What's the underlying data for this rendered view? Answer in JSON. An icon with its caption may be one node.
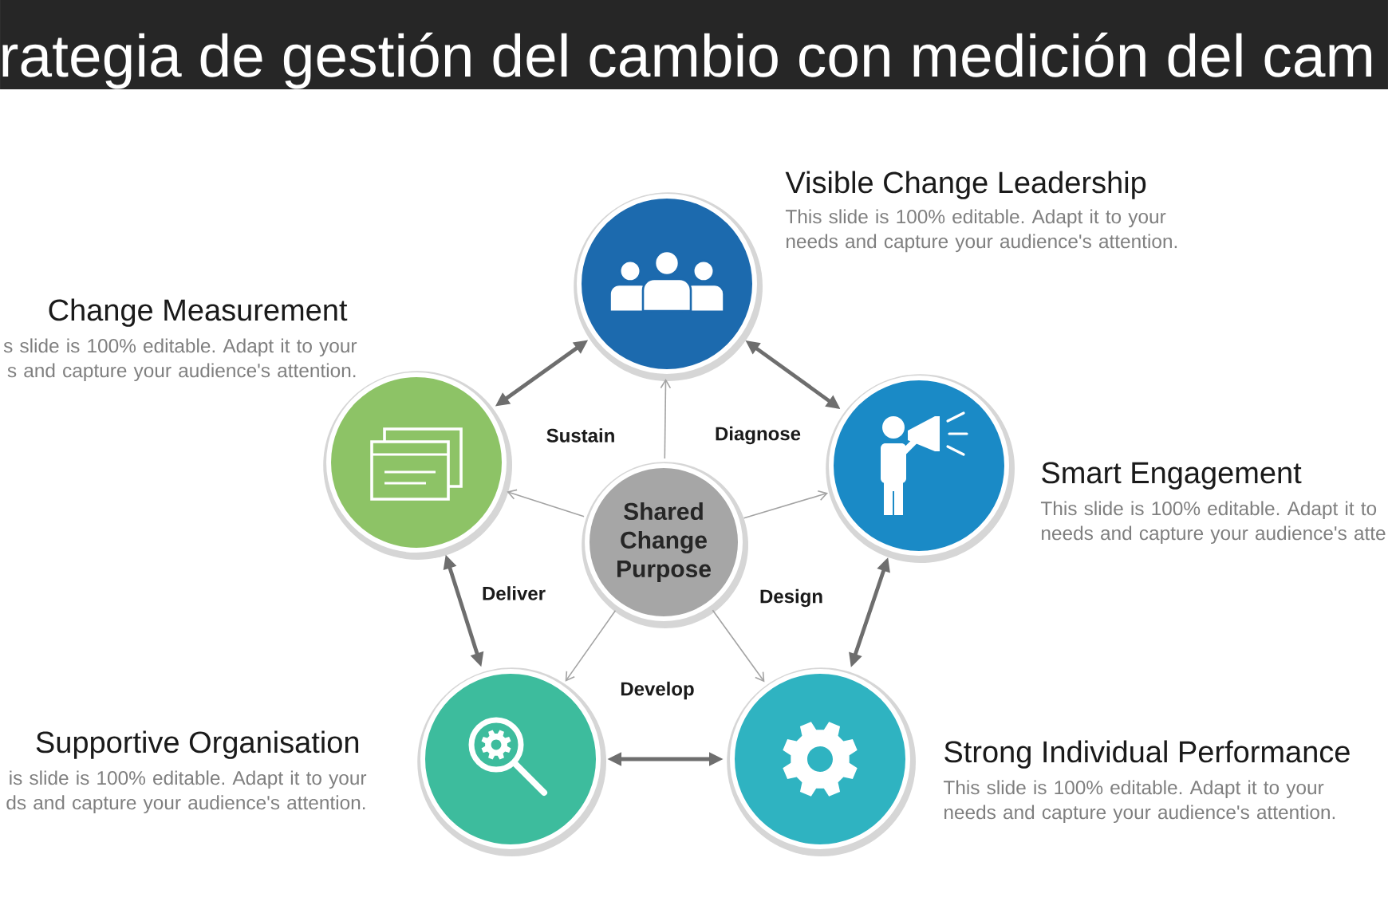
{
  "diagram": {
    "title": "rategia de gestión del cambio con medición del cam",
    "nodes": [
      {
        "text": [
          "Visible Change Leadership",
          "This slide is 100% editable. Adapt it to your needs and capture your audience's attention."
        ]
      },
      {
        "text": [
          "Change Measurement",
          "s slide is 100% editable. Adapt it to your s and capture your audience's attention."
        ]
      },
      {
        "text": [
          "Smart Engagement",
          "This slide is 100% editable. Adapt it to needs and capture your audience's atte"
        ]
      },
      {
        "text": [
          "Shared Change Purpose"
        ]
      },
      {
        "text": [
          "Supportive Organisation",
          "is slide is 100% editable. Adapt it to your ds and capture your audience's attention."
        ]
      },
      {
        "text": [
          "Strong Individual Performance",
          "This slide is 100% editable. Adapt it to your needs and capture your audience's attention."
        ]
      }
    ],
    "edges": [
      {
        "from": 1,
        "to": 0,
        "arrow": "both",
        "label": "Sustain",
        "style": "thick",
        "color": "#6e6e6e"
      },
      {
        "from": 0,
        "to": 2,
        "arrow": "both",
        "label": "Diagnose",
        "style": "thick",
        "color": "#6e6e6e"
      },
      {
        "from": 1,
        "to": 4,
        "arrow": "both",
        "label": "Deliver",
        "style": "thick",
        "color": "#6e6e6e"
      },
      {
        "from": 2,
        "to": 5,
        "arrow": "both",
        "label": "Design",
        "style": "thick",
        "color": "#6e6e6e"
      },
      {
        "from": 4,
        "to": 5,
        "arrow": "both",
        "label": "Develop",
        "style": "thick",
        "color": "#6e6e6e"
      },
      {
        "from": 3,
        "to": 0,
        "arrow": "to"
      },
      {
        "from": 3,
        "to": 1,
        "arrow": "to"
      },
      {
        "from": 3,
        "to": 2,
        "arrow": "to"
      },
      {
        "from": 3,
        "to": 4,
        "arrow": "to"
      },
      {
        "from": 3,
        "to": 5,
        "arrow": "to"
      }
    ]
  }
}
